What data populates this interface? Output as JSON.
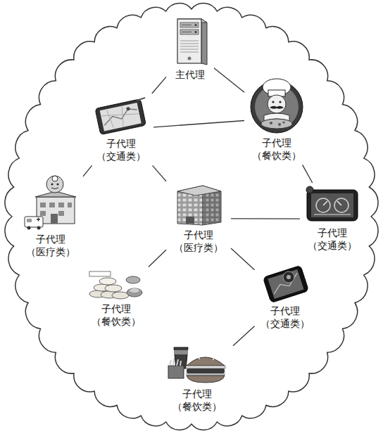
{
  "diagram": {
    "nodes": [
      {
        "text": [
          "主代理"
        ]
      },
      {
        "text": [
          "子代理 （交通类）"
        ]
      },
      {
        "text": [
          "子代理 （餐饮类）"
        ]
      },
      {
        "text": [
          "子代理 （医疗类）"
        ]
      },
      {
        "text": [
          "子代理 （医疗类）"
        ]
      },
      {
        "text": [
          "子代理 （交通类）"
        ]
      },
      {
        "text": [
          "子代理 （餐饮类）"
        ]
      },
      {
        "text": [
          "子代理 （交通类）"
        ]
      },
      {
        "text": [
          "子代理 （餐饮类）"
        ]
      }
    ],
    "edges": [
      {
        "from": 0,
        "to": 1,
        "arrow": "none"
      },
      {
        "from": 0,
        "to": 2,
        "arrow": "none"
      },
      {
        "from": 1,
        "to": 2,
        "arrow": "none"
      },
      {
        "from": 1,
        "to": 3,
        "arrow": "none"
      },
      {
        "from": 1,
        "to": 4,
        "arrow": "none"
      },
      {
        "from": 2,
        "to": 5,
        "arrow": "none"
      },
      {
        "from": 4,
        "to": 5,
        "arrow": "none"
      },
      {
        "from": 4,
        "to": 6,
        "arrow": "none"
      },
      {
        "from": 4,
        "to": 7,
        "arrow": "none"
      },
      {
        "from": 7,
        "to": 8,
        "arrow": "none"
      }
    ]
  }
}
